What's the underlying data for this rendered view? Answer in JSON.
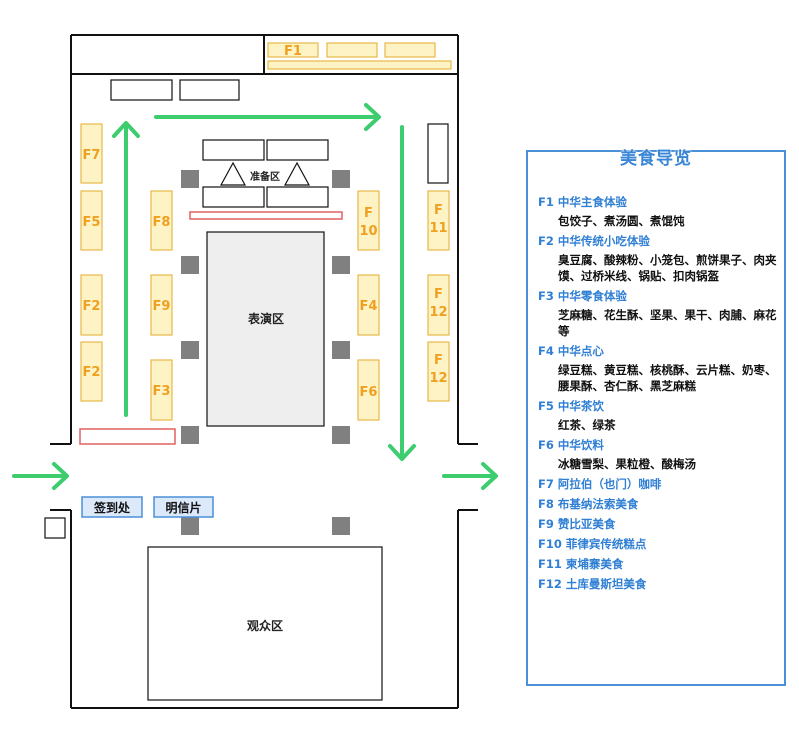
{
  "floor": {
    "booths": {
      "F1": "F1",
      "F2a": "F2",
      "F2b": "F2",
      "F3": "F3",
      "F4": "F4",
      "F5": "F5",
      "F6": "F6",
      "F7": "F7",
      "F8": "F8",
      "F9": "F9",
      "F10_line1": "F",
      "F10_line2": "10",
      "F11_line1": "F",
      "F11_line2": "11",
      "F12a_line1": "F",
      "F12a_line2": "12",
      "F12b_line1": "F",
      "F12b_line2": "12"
    },
    "zones": {
      "prep": "准备区",
      "stage": "表演区",
      "audience": "观众区"
    },
    "desks": {
      "checkin": "签到处",
      "postcard": "明信片"
    },
    "colors": {
      "booth_fill": "#fdf3c4",
      "booth_stroke": "#e8b84a",
      "arrow": "#3dcc6e",
      "barrier": "#e06060",
      "desk_fill": "#dbe9fb",
      "desk_stroke": "#4a90d9",
      "pillar": "#808080"
    }
  },
  "legend": {
    "title": "美食导览",
    "items": [
      {
        "head": "F1 中华主食体验",
        "desc": "包饺子、煮汤圆、煮馄饨"
      },
      {
        "head": "F2 中华传统小吃体验",
        "desc": "臭豆腐、酸辣粉、小笼包、煎饼果子、肉夹馍、过桥米线、锅贴、扣肉锅盔"
      },
      {
        "head": "F3 中华零食体验",
        "desc": "芝麻糖、花生酥、坚果、果干、肉脯、麻花等"
      },
      {
        "head": "F4 中华点心",
        "desc": "绿豆糕、黄豆糕、核桃酥、云片糕、奶枣、腰果酥、杏仁酥、黑芝麻糕"
      },
      {
        "head": "F5 中华茶饮",
        "desc": "红茶、绿茶"
      },
      {
        "head": "F6 中华饮料",
        "desc": "冰糖雪梨、果粒橙、酸梅汤"
      },
      {
        "head": "F7 阿拉伯（也门）咖啡",
        "desc": ""
      },
      {
        "head": "F8 布基纳法索美食",
        "desc": ""
      },
      {
        "head": "F9 赞比亚美食",
        "desc": ""
      },
      {
        "head": "F10 菲律宾传统糕点",
        "desc": ""
      },
      {
        "head": "F11 柬埔寨美食",
        "desc": ""
      },
      {
        "head": "F12 土库曼斯坦美食",
        "desc": ""
      }
    ]
  }
}
